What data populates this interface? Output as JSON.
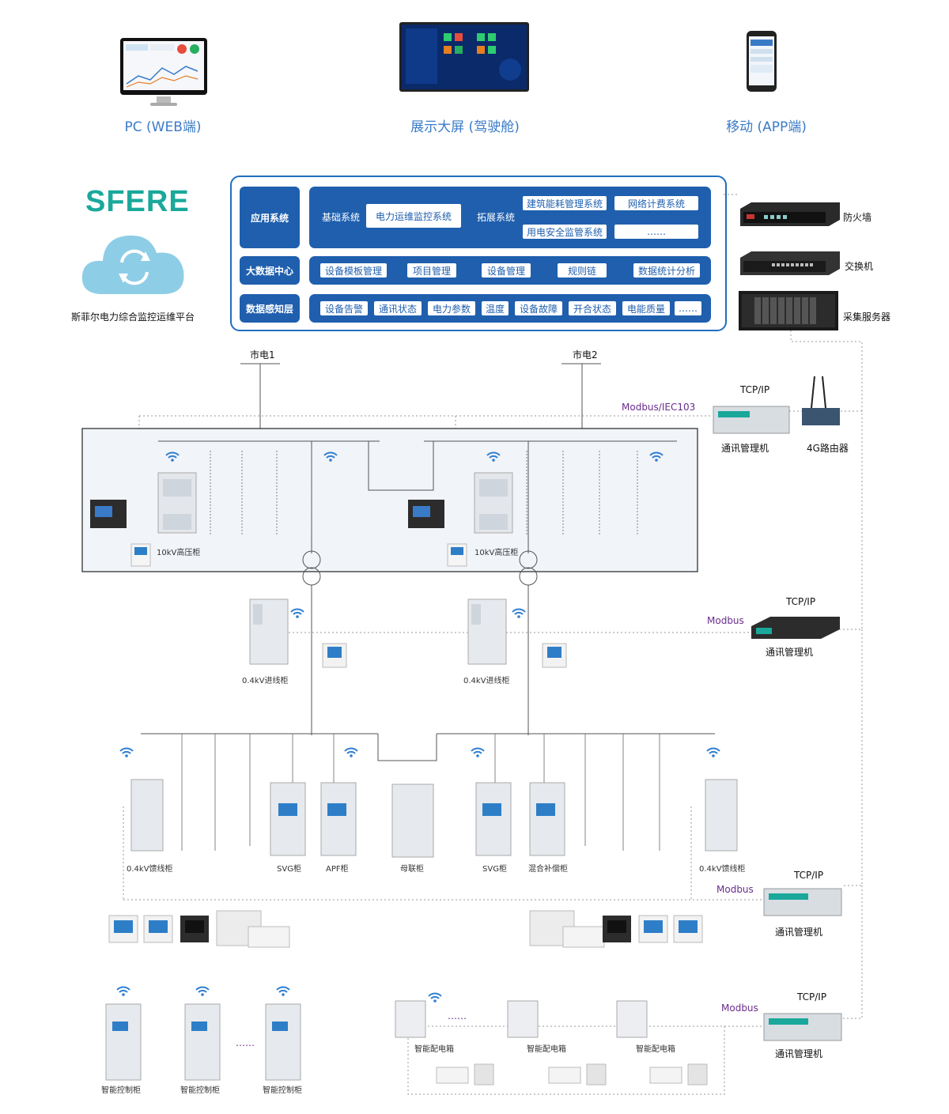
{
  "terminals": [
    {
      "label": "PC (WEB端)"
    },
    {
      "label": "展示大屏 (驾驶舱)"
    },
    {
      "label": "移动 (APP端)"
    }
  ],
  "brand": {
    "logo": "SFERE",
    "platform_name": "斯菲尔电力综合监控运维平台"
  },
  "architecture": {
    "app": {
      "title": "应用系统",
      "base_label": "基础系统",
      "base_item": "电力运维监控系统",
      "ext_label": "拓展系统",
      "ext_items": [
        "建筑能耗管理系统",
        "网络计费系统",
        "用电安全监管系统",
        "……"
      ]
    },
    "bigdata": {
      "title": "大数据中心",
      "items": [
        "设备模板管理",
        "项目管理",
        "设备管理",
        "规则链",
        "数据统计分析"
      ]
    },
    "perception": {
      "title": "数据感知层",
      "items": [
        "设备告警",
        "通讯状态",
        "电力参数",
        "温度",
        "设备故障",
        "开合状态",
        "电能质量",
        "……"
      ]
    }
  },
  "network": {
    "firewall": "防火墙",
    "switch": "交换机",
    "server": "采集服务器"
  },
  "power": {
    "source1": "市电1",
    "source2": "市电2",
    "hv_cabinet": "10kV高压柜"
  },
  "comm": {
    "tcpip": "TCP/IP",
    "modbus_iec": "Modbus/IEC103",
    "modbus": "Modbus",
    "manager": "通讯管理机",
    "router": "4G路由器"
  },
  "lv": {
    "incoming": "0.4kV进线柜",
    "feeder": "0.4kV馈线柜",
    "svg": "SVG柜",
    "apf": "APF柜",
    "bus_tie": "母联柜",
    "hybrid": "混合补偿柜"
  },
  "terminal_devices": {
    "smart_control": "智能控制柜",
    "smart_box": "智能配电箱",
    "ellipsis": "……"
  },
  "colors": {
    "primary": "#1f5fae",
    "accent_teal": "#1aa89b",
    "protocol": "#6a2c8e",
    "terminal_text": "#3a7bc8"
  }
}
